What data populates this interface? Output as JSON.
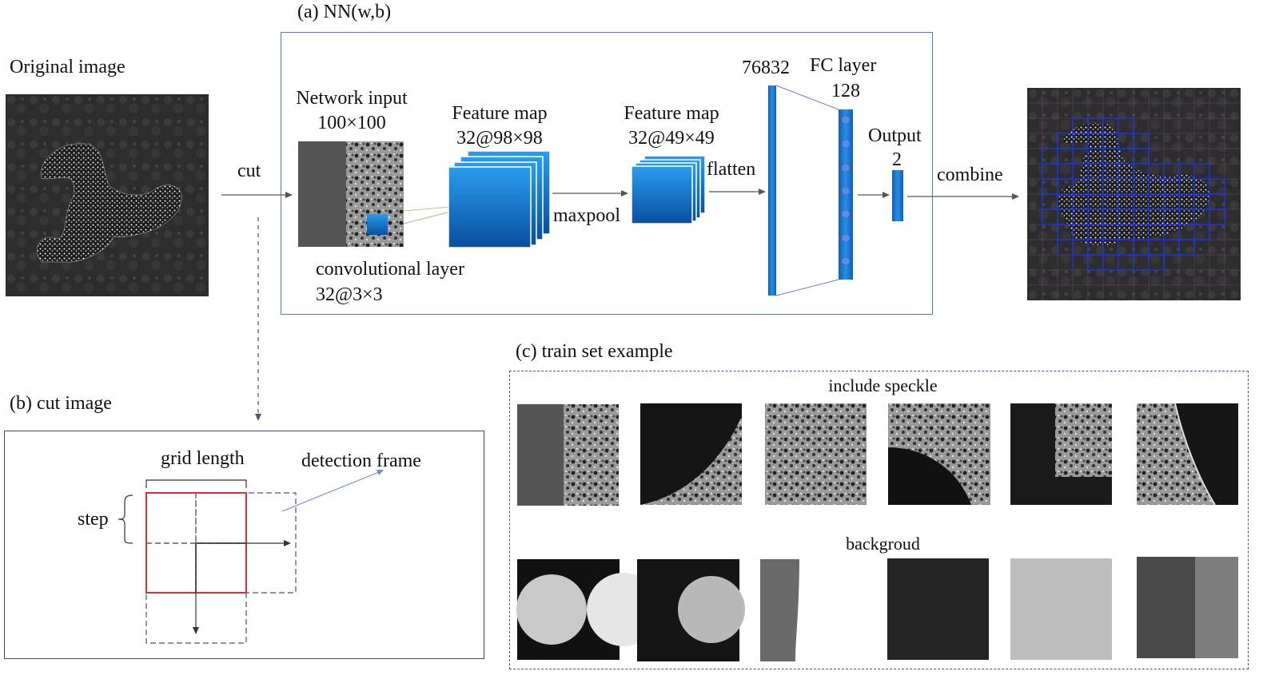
{
  "original": {
    "label": "Original image"
  },
  "panel_a": {
    "title": "(a) NN(w,b)",
    "network_input": {
      "label": "Network input",
      "size": "100×100"
    },
    "conv": {
      "label": "convolutional layer",
      "size": "32@3×3"
    },
    "feature_map1": {
      "label": "Feature map",
      "size": "32@98×98"
    },
    "maxpool": "maxpool",
    "feature_map2": {
      "label": "Feature map",
      "size": "32@49×49"
    },
    "flatten": "flatten",
    "flat_size": "76832",
    "fc": {
      "label": "FC layer",
      "size": "128"
    },
    "output": {
      "label": "Output",
      "size": "2"
    }
  },
  "cut": "cut",
  "combine": "combine",
  "panel_b": {
    "title": "(b) cut image",
    "grid_length": "grid length",
    "step": "step",
    "detection_frame": "detection frame"
  },
  "panel_c": {
    "title": "(c) train set example",
    "row1_label": "include speckle",
    "row2_label": "backgroud"
  },
  "colors": {
    "frame_blue": "#4a78c2",
    "layer_blue_top": "#1e88e5",
    "layer_blue_bottom": "#0b57a8",
    "grid_blue": "#1f35e6",
    "red": "#d62f3a",
    "dashed": "#4a5578"
  }
}
